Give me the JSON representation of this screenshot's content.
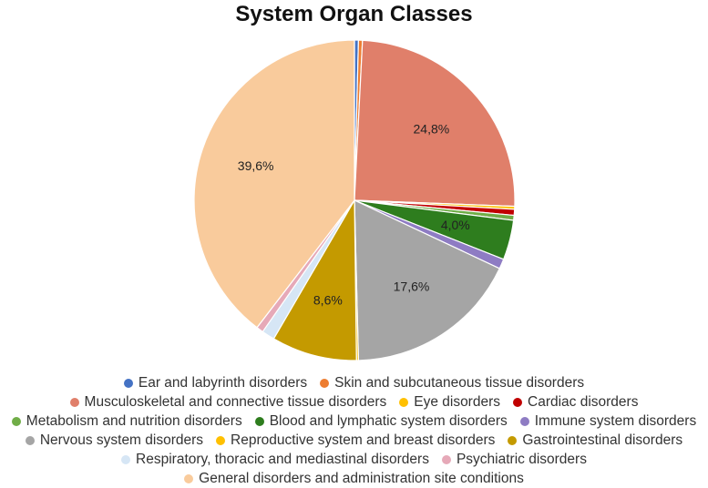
{
  "chart_data": {
    "type": "pie",
    "title": "System Organ Classes",
    "slices": [
      {
        "label": "Ear and labyrinth disorders",
        "value": 0.4,
        "color": "#4472C4"
      },
      {
        "label": "Skin and subcutaneous tissue disorders",
        "value": 0.4,
        "color": "#ED7D31"
      },
      {
        "label": "Musculoskeletal and connective tissue disorders",
        "value": 24.8,
        "color": "#E07F6A",
        "data_label": "24,8%"
      },
      {
        "label": "Eye disorders",
        "value": 0.3,
        "color": "#FFC000"
      },
      {
        "label": "Cardiac disorders",
        "value": 0.6,
        "color": "#C00000"
      },
      {
        "label": "Metabolism and nutrition disorders",
        "value": 0.5,
        "color": "#70AD47"
      },
      {
        "label": "Blood and lymphatic system disorders",
        "value": 4.0,
        "color": "#2E7D1E",
        "data_label": "4,0%"
      },
      {
        "label": "Immune system disorders",
        "value": 1.0,
        "color": "#8E7CC3"
      },
      {
        "label": "Nervous system disorders",
        "value": 17.6,
        "color": "#A5A5A5",
        "data_label": "17,6%"
      },
      {
        "label": "Reproductive system and breast disorders",
        "value": 0.2,
        "color": "#FFC000"
      },
      {
        "label": "Gastrointestinal disorders",
        "value": 8.6,
        "color": "#C49A00",
        "data_label": "8,6%"
      },
      {
        "label": "Respiratory, thoracic and mediastinal disorders",
        "value": 1.3,
        "color": "#D6E6F5"
      },
      {
        "label": "Psychiatric disorders",
        "value": 0.7,
        "color": "#E6A9B8"
      },
      {
        "label": "General disorders and administration site conditions",
        "value": 39.6,
        "color": "#F9CB9C",
        "data_label": "39,6%"
      }
    ],
    "legend_position": "bottom",
    "legend_rows": [
      [
        0,
        1
      ],
      [
        2,
        3,
        4
      ],
      [
        5,
        6,
        7
      ],
      [
        8,
        9,
        10
      ],
      [
        11,
        12
      ],
      [
        13
      ]
    ]
  }
}
